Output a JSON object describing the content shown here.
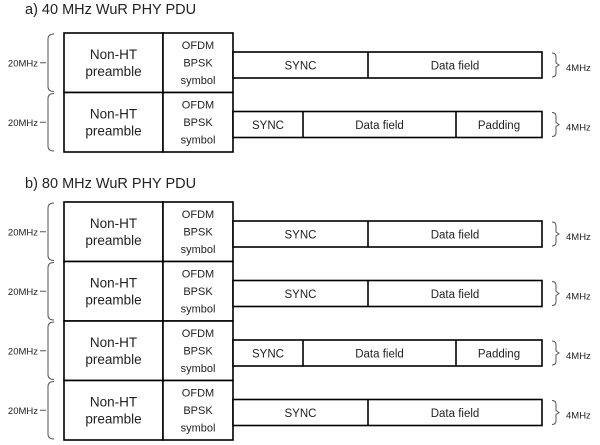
{
  "sections": [
    {
      "title": "a)  40 MHz WuR PHY PDU",
      "rows": [
        {
          "bandwidth": "20MHz",
          "preamble": "Non-HT preamble",
          "symbol": [
            "OFDM",
            "BPSK",
            "symbol"
          ],
          "fields": [
            "SYNC",
            "Data field"
          ],
          "narrow_bandwidth": "4MHz"
        },
        {
          "bandwidth": "20MHz",
          "preamble": "Non-HT preamble",
          "symbol": [
            "OFDM",
            "BPSK",
            "symbol"
          ],
          "fields": [
            "SYNC",
            "Data field",
            "Padding"
          ],
          "narrow_bandwidth": "4MHz"
        }
      ]
    },
    {
      "title": "b)  80 MHz WuR PHY PDU",
      "rows": [
        {
          "bandwidth": "20MHz",
          "preamble": "Non-HT preamble",
          "symbol": [
            "OFDM",
            "BPSK",
            "symbol"
          ],
          "fields": [
            "SYNC",
            "Data field"
          ],
          "narrow_bandwidth": "4MHz"
        },
        {
          "bandwidth": "20MHz",
          "preamble": "Non-HT preamble",
          "symbol": [
            "OFDM",
            "BPSK",
            "symbol"
          ],
          "fields": [
            "SYNC",
            "Data field"
          ],
          "narrow_bandwidth": "4MHz"
        },
        {
          "bandwidth": "20MHz",
          "preamble": "Non-HT preamble",
          "symbol": [
            "OFDM",
            "BPSK",
            "symbol"
          ],
          "fields": [
            "SYNC",
            "Data field",
            "Padding"
          ],
          "narrow_bandwidth": "4MHz"
        },
        {
          "bandwidth": "20MHz",
          "preamble": "Non-HT preamble",
          "symbol": [
            "OFDM",
            "BPSK",
            "symbol"
          ],
          "fields": [
            "SYNC",
            "Data field"
          ],
          "narrow_bandwidth": "4MHz"
        }
      ]
    }
  ]
}
